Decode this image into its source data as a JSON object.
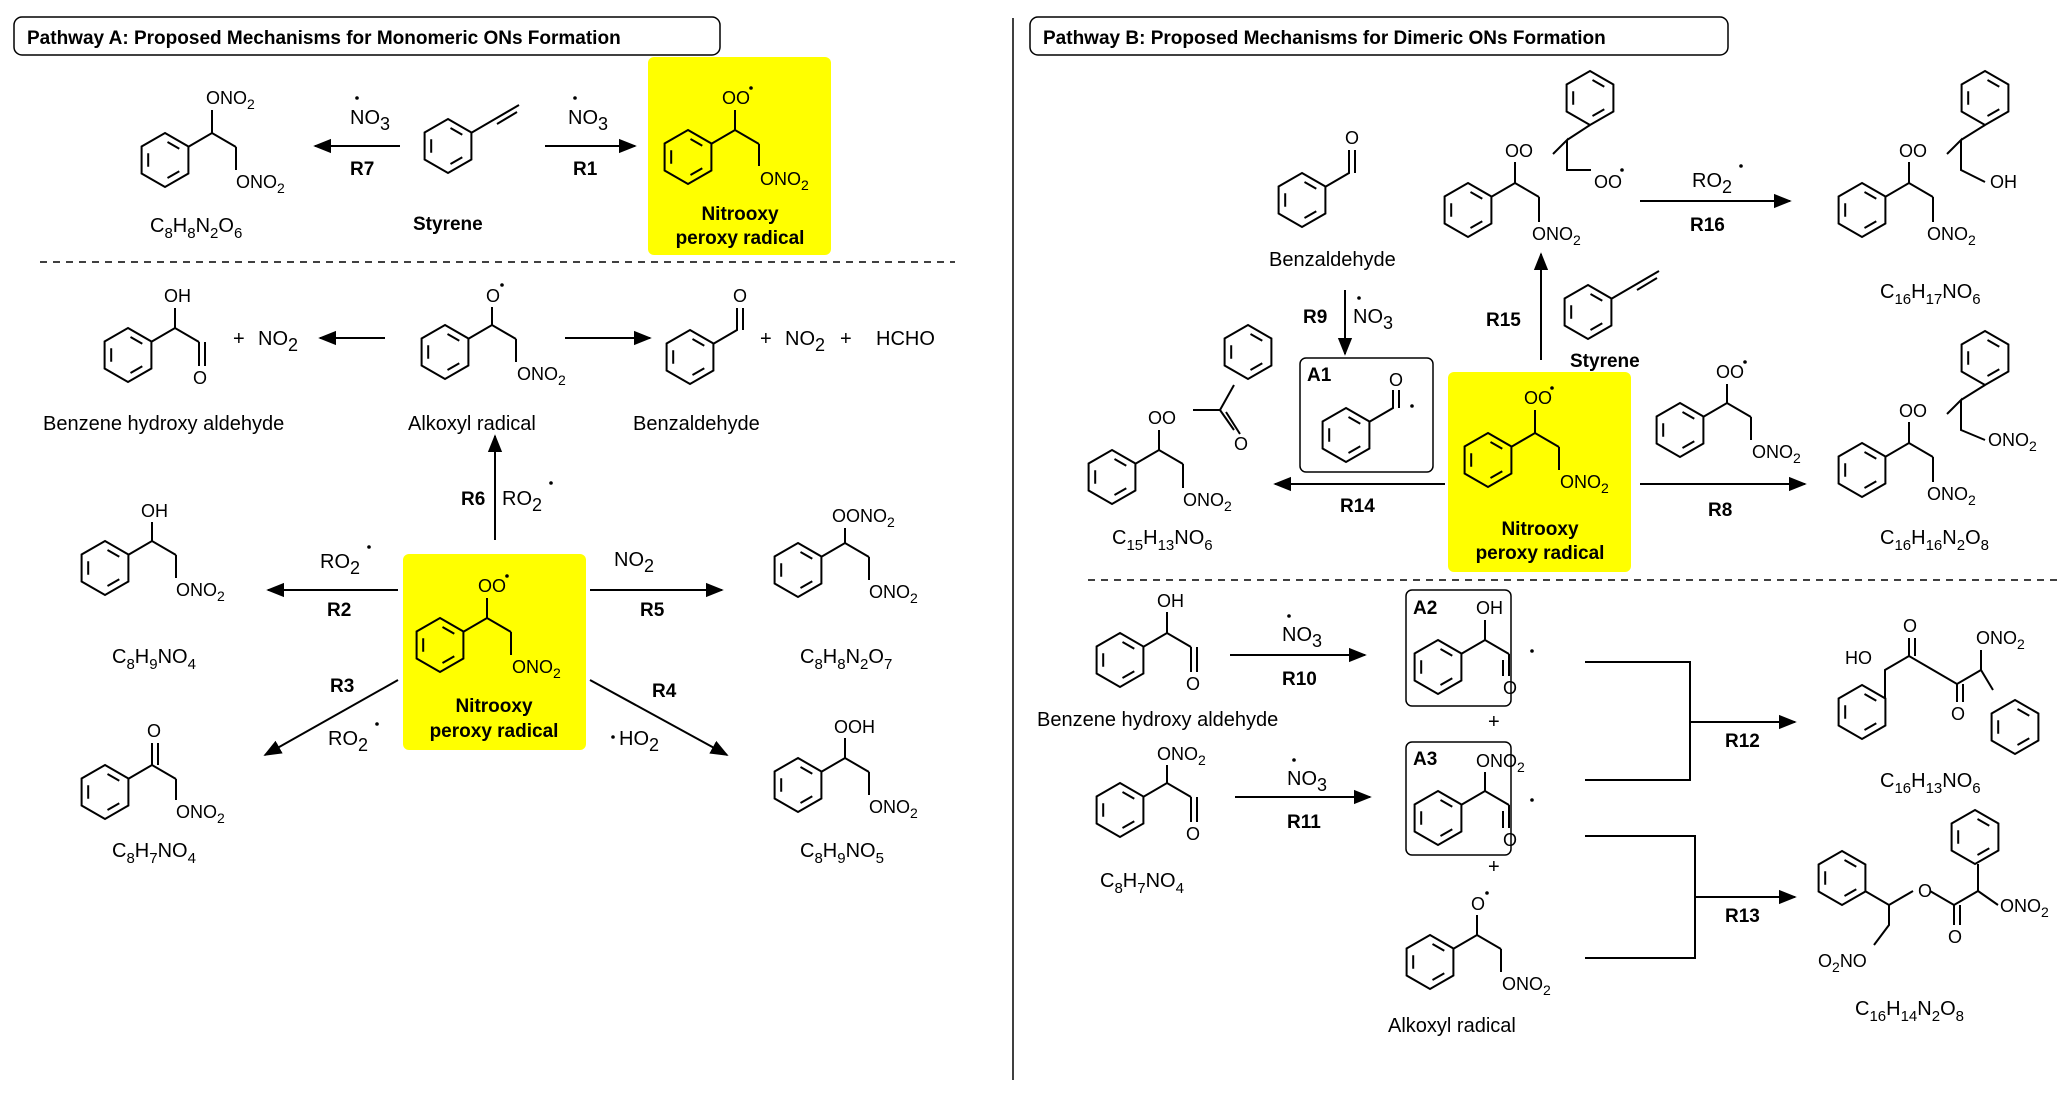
{
  "headers": {
    "pathway_a": "Pathway A: Proposed Mechanisms for Monomeric ONs Formation",
    "pathway_b": "Pathway B: Proposed Mechanisms for Dimeric ONs Formation"
  },
  "labels": {
    "styrene": "Styrene",
    "nitrooxy_line1": "Nitrooxy",
    "nitrooxy_line2": "peroxy radical",
    "benzene_hydroxy_aldehyde": "Benzene hydroxy aldehyde",
    "alkoxyl_radical": "Alkoxyl radical",
    "benzaldehyde": "Benzaldehyde",
    "no2": "NO",
    "hcho": "HCHO",
    "plus": "+"
  },
  "reactions": [
    "R1",
    "R2",
    "R3",
    "R4",
    "R5",
    "R6",
    "R7",
    "R8",
    "R9",
    "R10",
    "R11",
    "R12",
    "R13",
    "R14",
    "R15",
    "R16"
  ],
  "intermediates": [
    "A1",
    "A2",
    "A3"
  ],
  "reagents": {
    "no3": "NO",
    "ro2": "RO",
    "ho2": "HO",
    "no2": "NO"
  },
  "formulas": {
    "c8h8n2o6": "C8H8N2O6",
    "c8h9no4": "C8H9NO4",
    "c8h8n2o7": "C8H8N2O7",
    "c8h7no4_a": "C8H7NO4",
    "c8h9no5": "C8H9NO5",
    "c16h17no6": "C16H17NO6",
    "c15h13no6": "C15H13NO6",
    "c16h16n2o8": "C16H16N2O8",
    "c8h7no4_b": "C8H7NO4",
    "c16h13no6": "C16H13NO6",
    "c16h14n2o8": "C16H14N2O8"
  },
  "colors": {
    "highlight": "#ffff00",
    "line": "#000000"
  }
}
